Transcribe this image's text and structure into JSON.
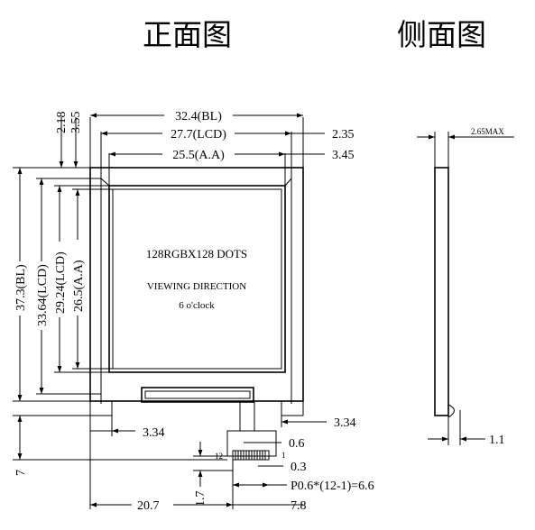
{
  "views": {
    "front_title": "正面图",
    "side_title": "侧面图"
  },
  "panel": {
    "resolution": "128RGBX128 DOTS",
    "viewing_direction": "VIEWING DIRECTION",
    "clock": "6 o'clock"
  },
  "dims": {
    "bl_width": "32.4(BL)",
    "lcd_width": "27.7(LCD)",
    "aa_width": "25.5(A.A)",
    "top_218": "2.18",
    "top_355": "3.55",
    "right_235": "2.35",
    "right_345": "3.45",
    "bl_height": "37.3(BL)",
    "lcd_height": "33.64(LCD)",
    "h_2924": "29.24(LCD)",
    "aa_height": "26.5(A.A)",
    "left_334": "3.34",
    "right_334": "3.34",
    "pitch_06": "0.6",
    "pin_03": "0.3",
    "pitch_formula": "P0.6*(12-1)=6.6",
    "pos_207": "20.7",
    "pos_78": "7.8",
    "h_17": "1.7",
    "h_7": "7",
    "pin_12": "12",
    "pin_1": "1",
    "thickness": "2.65MAX",
    "side_11": "1.1"
  }
}
